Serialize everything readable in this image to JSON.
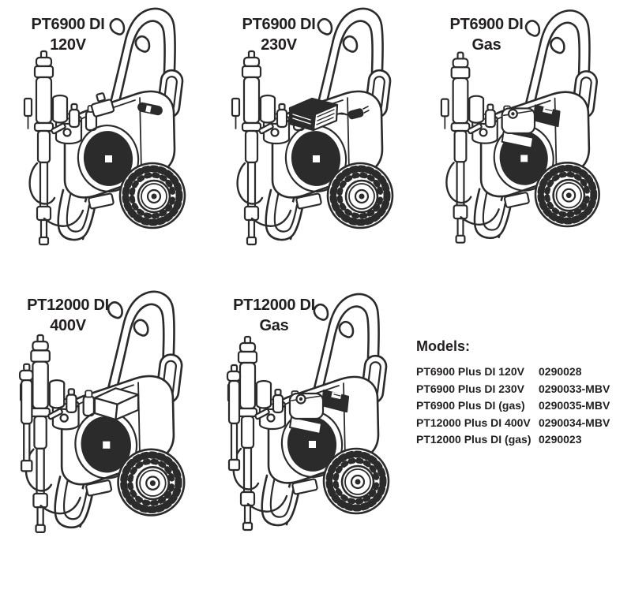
{
  "page": {
    "kind": "sprayer-models-illustration-page",
    "background": "#ffffff"
  },
  "colors": {
    "ink": "#231f20",
    "line": "#2b2b2b",
    "paper": "#ffffff"
  },
  "figures": [
    {
      "name": "PT6900 DI",
      "variant": "120V",
      "drawing": "electric-sprayer-cart"
    },
    {
      "name": "PT6900 DI",
      "variant": "230V",
      "drawing": "electric-sprayer-cart-with-control-box-and-plug"
    },
    {
      "name": "PT6900 DI",
      "variant": "Gas",
      "drawing": "gas-engine-sprayer-cart"
    },
    {
      "name": "PT12000 DI",
      "variant": "400V",
      "drawing": "electric-sprayer-cart-with-box-tall-pump"
    },
    {
      "name": "PT12000 DI",
      "variant": "Gas",
      "drawing": "gas-engine-sprayer-cart-tall-pump"
    }
  ],
  "models": {
    "heading": "Models:",
    "rows": [
      {
        "name": "PT6900 Plus DI 120V",
        "number": "0290028"
      },
      {
        "name": "PT6900 Plus DI 230V",
        "number": "0290033-MBV"
      },
      {
        "name": "PT6900 Plus DI (gas)",
        "number": "0290035-MBV"
      },
      {
        "name": "PT12000 Plus DI 400V",
        "number": "0290034-MBV"
      },
      {
        "name": "PT12000 Plus DI (gas)",
        "number": "0290023"
      }
    ]
  }
}
